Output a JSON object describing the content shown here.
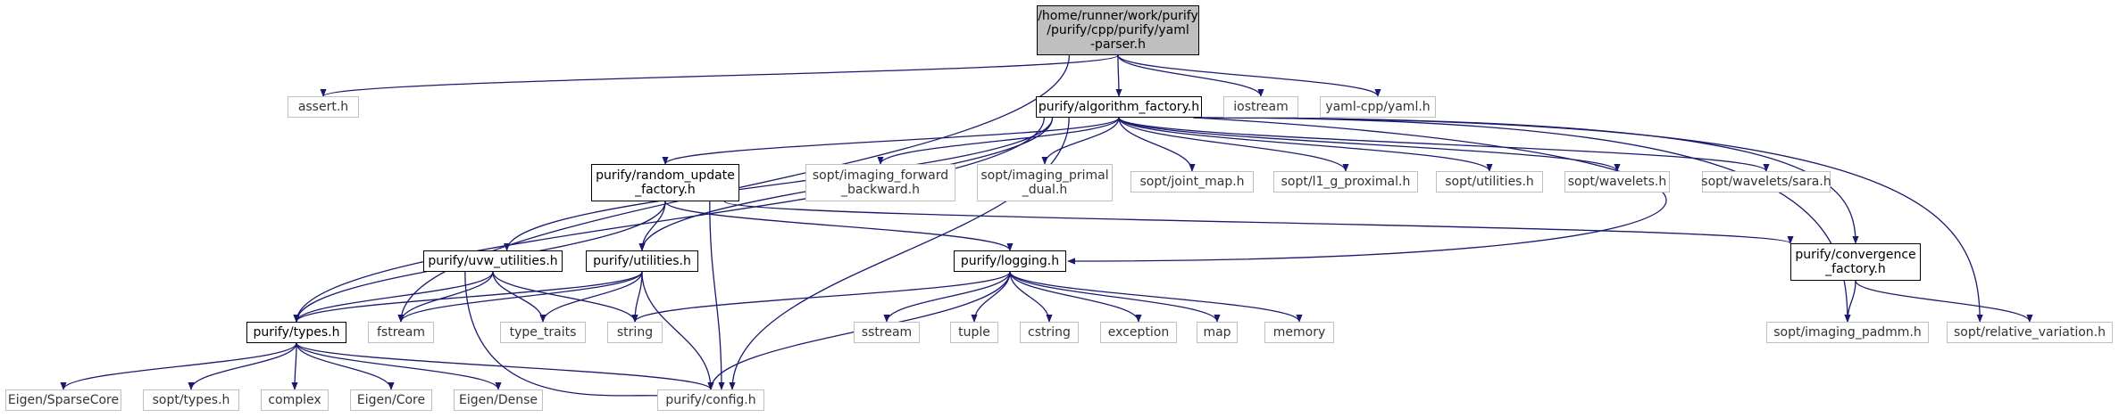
{
  "colors": {
    "edge": "#191970",
    "external_border": "#bfbfbf",
    "root_fill": "#bfbfbf",
    "internal_border": "#000000"
  },
  "nodes": {
    "root": {
      "lines": [
        "/home/runner/work/purify",
        "/purify/cpp/purify/yaml",
        "-parser.h"
      ]
    },
    "assert": {
      "lines": [
        "assert.h"
      ]
    },
    "algorithm_factory": {
      "lines": [
        "purify/algorithm_factory.h"
      ]
    },
    "iostream": {
      "lines": [
        "iostream"
      ]
    },
    "yaml_cpp": {
      "lines": [
        "yaml-cpp/yaml.h"
      ]
    },
    "random_update": {
      "lines": [
        "purify/random_update",
        "_factory.h"
      ]
    },
    "imaging_fb": {
      "lines": [
        "sopt/imaging_forward",
        "_backward.h"
      ]
    },
    "imaging_pd": {
      "lines": [
        "sopt/imaging_primal",
        "_dual.h"
      ]
    },
    "joint_map": {
      "lines": [
        "sopt/joint_map.h"
      ]
    },
    "l1_prox": {
      "lines": [
        "sopt/l1_g_proximal.h"
      ]
    },
    "sopt_utilities": {
      "lines": [
        "sopt/utilities.h"
      ]
    },
    "wavelets": {
      "lines": [
        "sopt/wavelets.h"
      ]
    },
    "sara": {
      "lines": [
        "sopt/wavelets/sara.h"
      ]
    },
    "uvw_utilities": {
      "lines": [
        "purify/uvw_utilities.h"
      ]
    },
    "purify_utilities": {
      "lines": [
        "purify/utilities.h"
      ]
    },
    "logging": {
      "lines": [
        "purify/logging.h"
      ]
    },
    "convergence": {
      "lines": [
        "purify/convergence",
        "_factory.h"
      ]
    },
    "types": {
      "lines": [
        "purify/types.h"
      ]
    },
    "fstream": {
      "lines": [
        "fstream"
      ]
    },
    "type_traits": {
      "lines": [
        "type_traits"
      ]
    },
    "string": {
      "lines": [
        "string"
      ]
    },
    "sstream": {
      "lines": [
        "sstream"
      ]
    },
    "tuple": {
      "lines": [
        "tuple"
      ]
    },
    "cstring": {
      "lines": [
        "cstring"
      ]
    },
    "exception": {
      "lines": [
        "exception"
      ]
    },
    "map": {
      "lines": [
        "map"
      ]
    },
    "memory": {
      "lines": [
        "memory"
      ]
    },
    "imaging_padmm": {
      "lines": [
        "sopt/imaging_padmm.h"
      ]
    },
    "relative_variation": {
      "lines": [
        "sopt/relative_variation.h"
      ]
    },
    "sparse_core": {
      "lines": [
        "Eigen/SparseCore"
      ]
    },
    "sopt_types": {
      "lines": [
        "sopt/types.h"
      ]
    },
    "complex": {
      "lines": [
        "complex"
      ]
    },
    "eigen_core": {
      "lines": [
        "Eigen/Core"
      ]
    },
    "eigen_dense": {
      "lines": [
        "Eigen/Dense"
      ]
    },
    "config": {
      "lines": [
        "purify/config.h"
      ]
    }
  }
}
